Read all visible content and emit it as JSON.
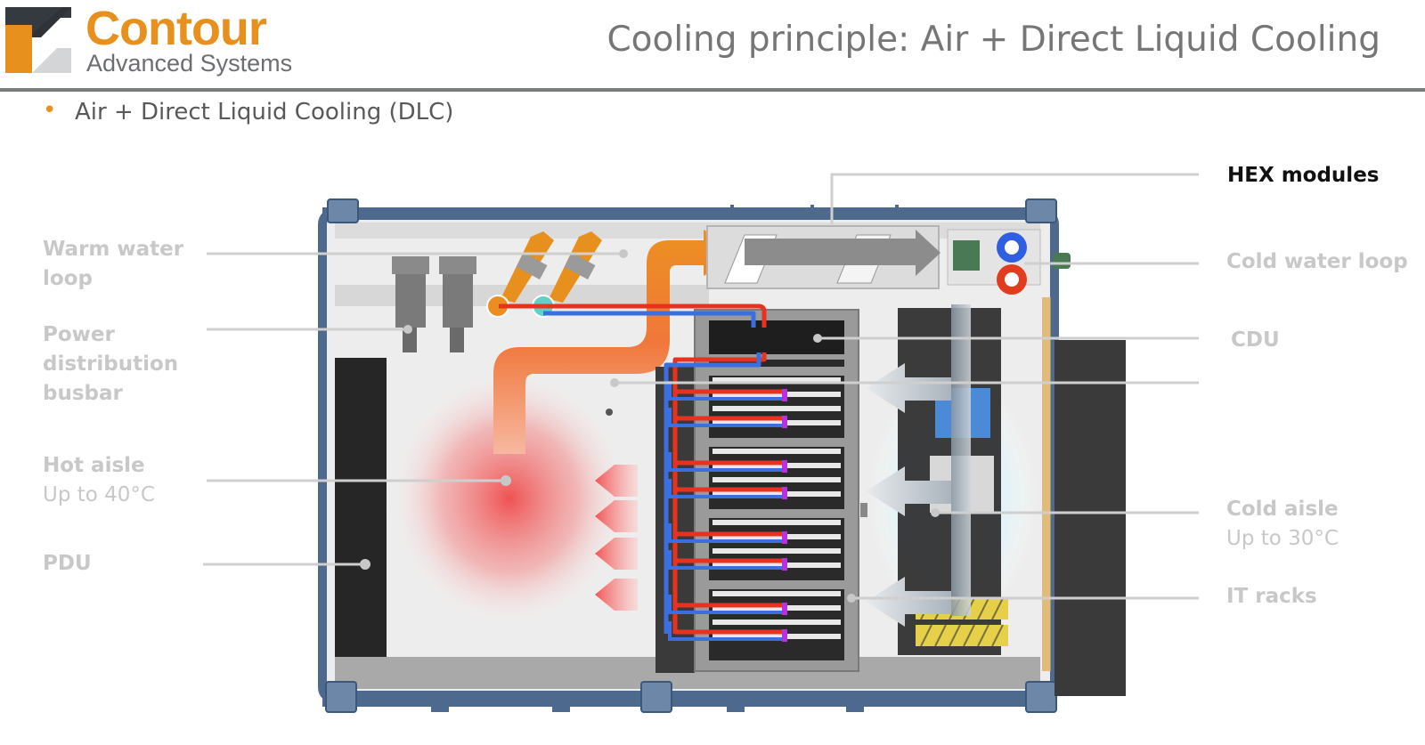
{
  "brand": {
    "name": "Contour",
    "tagline": "Advanced Systems",
    "colors": {
      "orange": "#e8901e",
      "grey": "#6d6e71",
      "light": "#d4d5d7"
    }
  },
  "slide": {
    "title": "Cooling principle: Air + Direct Liquid Cooling",
    "bullets": [
      "Air + Direct Liquid Cooling (DLC)"
    ]
  },
  "labels": {
    "warm_water_loop": {
      "line1": "Warm water",
      "line2": "loop"
    },
    "power_busbar": {
      "line1": "Power",
      "line2": "distribution",
      "line3": "busbar"
    },
    "hot_aisle": {
      "title": "Hot aisle",
      "detail": "Up to 40°C"
    },
    "pdu": {
      "title": "PDU"
    },
    "hex_modules": {
      "title": "HEX modules"
    },
    "cold_water_loop": {
      "title": "Cold water loop"
    },
    "cdu": {
      "title": "CDU"
    },
    "cold_aisle": {
      "title": "Cold aisle",
      "detail": "Up to 30°C"
    },
    "it_racks": {
      "title": "IT racks"
    }
  },
  "colors": {
    "frame": "#4d6a8e",
    "frame_light": "#6d87a8",
    "warm_air": "#ec8d20",
    "hot_glow": "#f05050",
    "warm_pipe": "#e8321e",
    "cold_pipe": "#3b6fe0",
    "cold_glow": "#bfeaf7",
    "cdu_dark": "#222222",
    "rack_grey": "#9a9a9a",
    "leader": "#cfcfcf"
  }
}
